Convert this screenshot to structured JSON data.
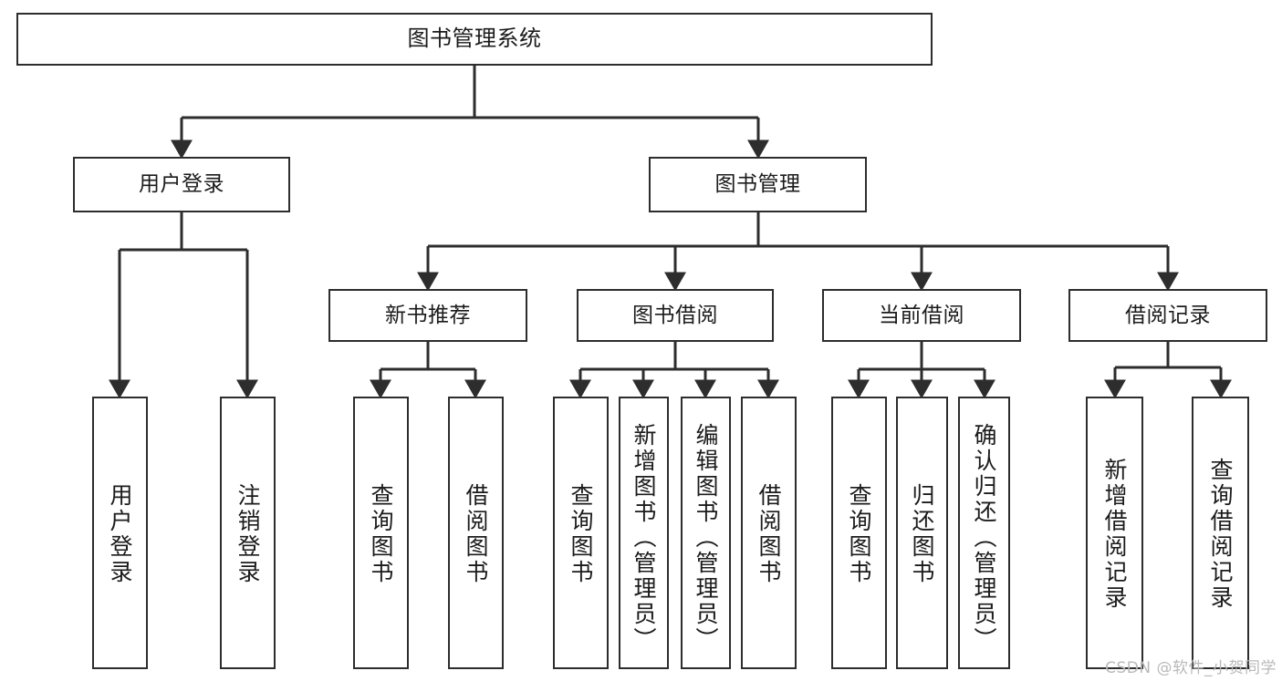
{
  "diagram": {
    "title": "图书管理系统",
    "type": "tree-hierarchy-chart",
    "orientation": "top-down",
    "stroke_color": "#2d2d2d",
    "fill_color": "#ffffff",
    "text_color": "#1b1b1b"
  },
  "nodes": {
    "root": {
      "label": "图书管理系统"
    },
    "level2": [
      {
        "label": "用户登录"
      },
      {
        "label": "图书管理"
      }
    ],
    "level3": [
      {
        "label": "新书推荐"
      },
      {
        "label": "图书借阅"
      },
      {
        "label": "当前借阅"
      },
      {
        "label": "借阅记录"
      }
    ],
    "leaves": {
      "user_login": [
        {
          "label": "用户登录"
        },
        {
          "label": "注销登录"
        }
      ],
      "new_book_recommend": [
        {
          "label": "查询图书"
        },
        {
          "label": "借阅图书"
        }
      ],
      "book_borrow": [
        {
          "label": "查询图书"
        },
        {
          "label": "新增图书（管理员）"
        },
        {
          "label": "编辑图书（管理员）"
        },
        {
          "label": "借阅图书"
        }
      ],
      "current_borrow": [
        {
          "label": "查询图书"
        },
        {
          "label": "归还图书"
        },
        {
          "label": "确认归还（管理员）"
        }
      ],
      "borrow_record": [
        {
          "label": "新增借阅记录"
        },
        {
          "label": "查询借阅记录"
        }
      ]
    }
  },
  "watermark": {
    "text": "CSDN @软件_小贺同学"
  }
}
